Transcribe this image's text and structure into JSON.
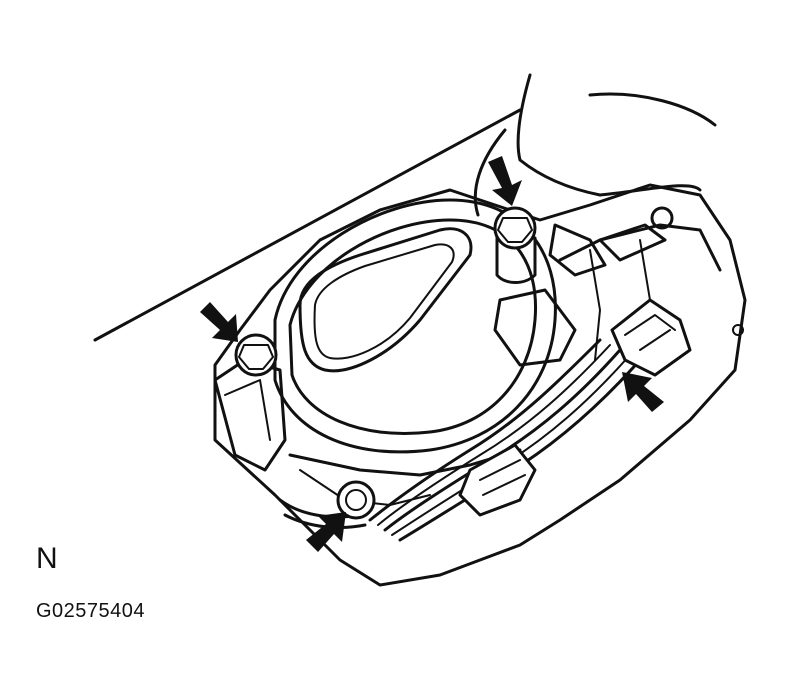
{
  "labels": {
    "orientation": "N",
    "figure_code": "G02575404"
  },
  "callouts": [
    {
      "name": "bolt-top",
      "kind": "arrow"
    },
    {
      "name": "bolt-left",
      "kind": "arrow"
    },
    {
      "name": "bolt-bottom",
      "kind": "arrow"
    },
    {
      "name": "connector-right",
      "kind": "arrow"
    }
  ],
  "colors": {
    "line": "#111111",
    "background": "#ffffff"
  }
}
